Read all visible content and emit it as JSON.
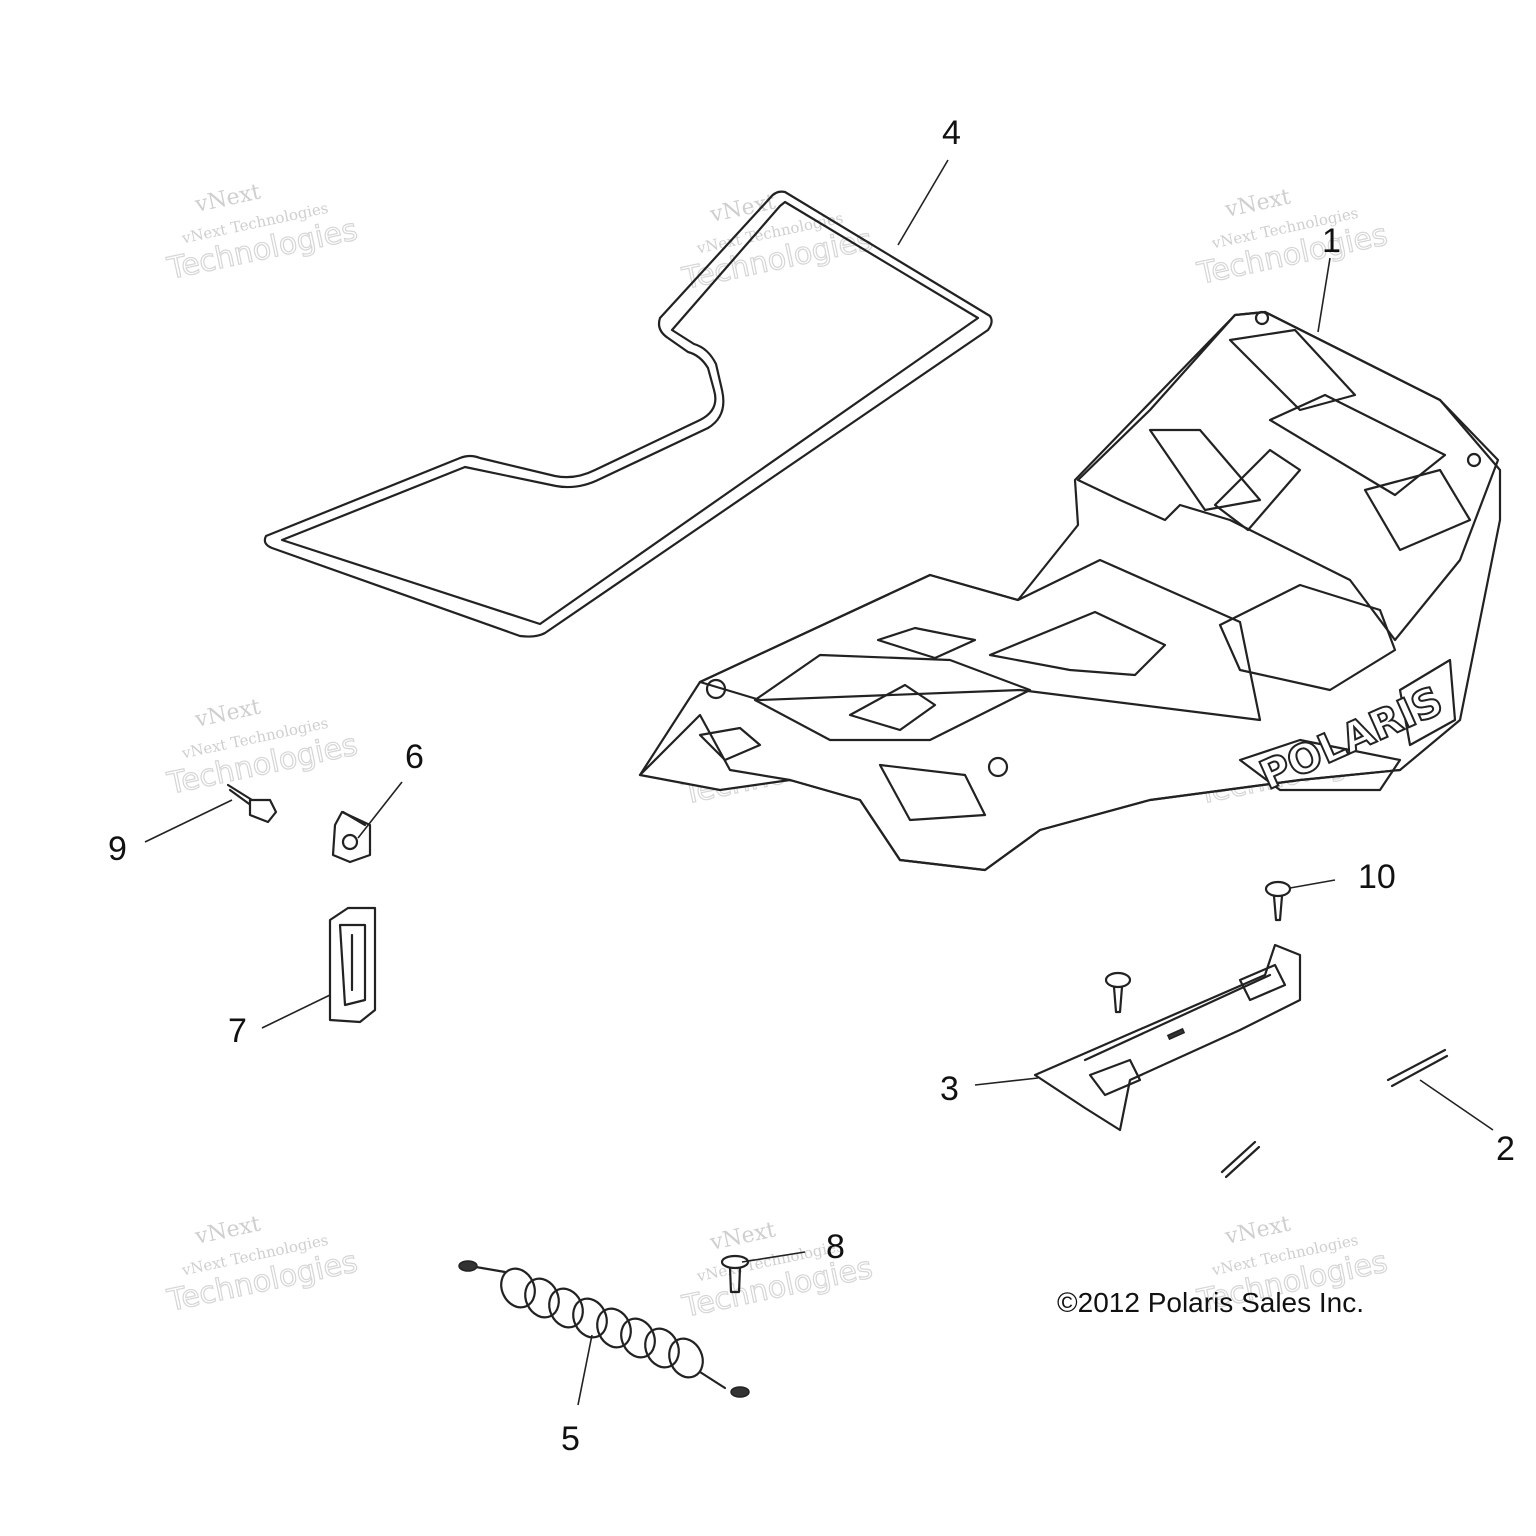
{
  "callouts": {
    "c1": "1",
    "c2": "2",
    "c3": "3",
    "c4": "4",
    "c5": "5",
    "c6": "6",
    "c7": "7",
    "c8": "8",
    "c9": "9",
    "c10": "10"
  },
  "copyright": "©2012 Polaris Sales Inc.",
  "brand_mark": "POLARIS",
  "watermark": {
    "line1": "vNext",
    "line2": "vNext Technologies",
    "line3": "Technologies"
  }
}
